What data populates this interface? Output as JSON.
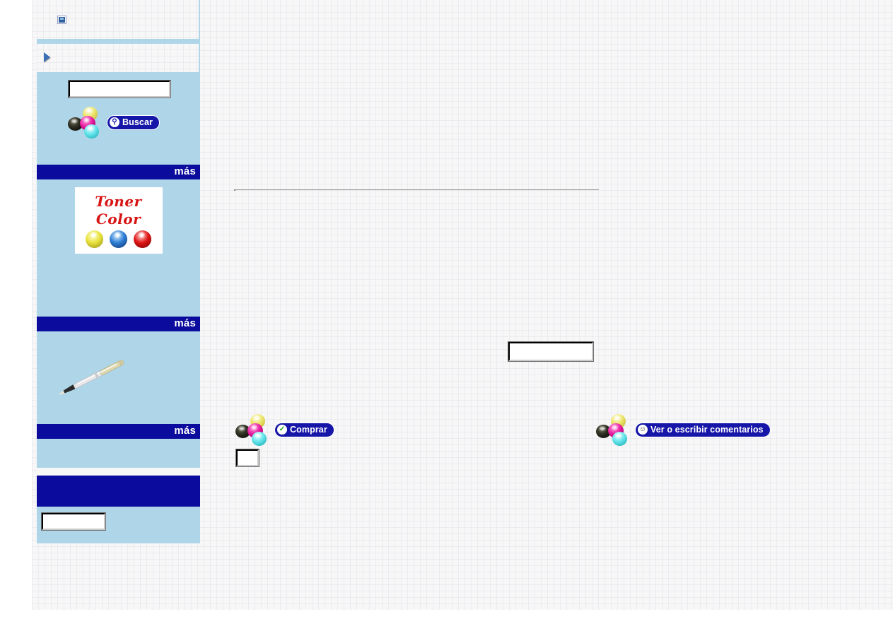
{
  "page": {
    "language": "es",
    "background_color": "#f7f7f8",
    "sidebar_panel_color": "#aed6e8",
    "header_bar_color": "#0b0b9e",
    "accent_button_color": "#1616a8",
    "logo_text_color": "#d81414"
  },
  "sidebar": {
    "panels": [
      {
        "id": "panel-top-broken",
        "header": "",
        "icon": "broken-image-icon",
        "more_label": ""
      },
      {
        "id": "panel-nav-arrow",
        "header": "",
        "icon": "triangle-right-icon",
        "more_label": ""
      },
      {
        "id": "panel-search",
        "header": "",
        "more_label": "",
        "search": {
          "value": "",
          "placeholder": "",
          "button_label": "Buscar",
          "button_icon": "search-icon"
        }
      },
      {
        "id": "panel-toner-color",
        "more_label": "más",
        "logo": {
          "line1": "Toner",
          "line2": "Color",
          "balls": [
            "yellow",
            "blue",
            "red"
          ]
        }
      },
      {
        "id": "panel-pen",
        "more_label": "más",
        "image_alt": "pen-image"
      },
      {
        "id": "panel-empty",
        "more_label": "más"
      },
      {
        "id": "panel-bottom-field",
        "more_label": "",
        "field": {
          "value": "",
          "placeholder": ""
        }
      }
    ]
  },
  "main": {
    "divider": true,
    "quantity_field": {
      "value": "",
      "placeholder": ""
    },
    "small_field": {
      "value": "",
      "placeholder": ""
    },
    "buy_button": {
      "label": "Comprar",
      "icon": "check-circle-icon",
      "cmyk_icon": "cmyk-toner-balls-icon"
    },
    "comments_button": {
      "label": "Ver o escribir comentarios",
      "icon": "smiley-icon",
      "cmyk_icon": "cmyk-toner-balls-icon"
    }
  }
}
